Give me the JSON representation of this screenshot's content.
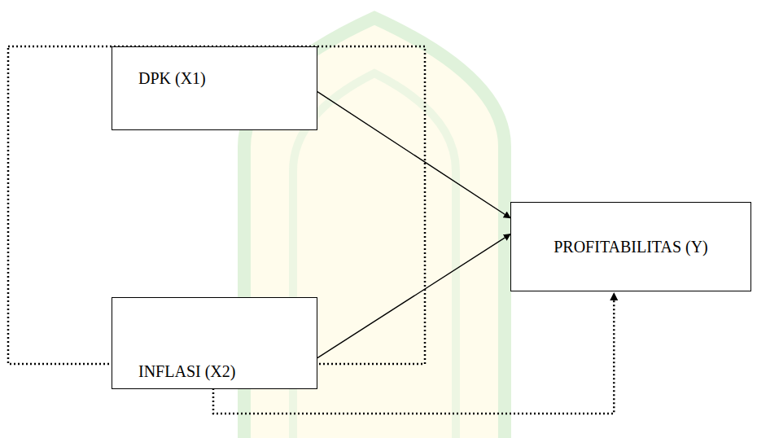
{
  "diagram": {
    "nodes": [
      {
        "text": [
          "DPK (X1)"
        ]
      },
      {
        "text": [
          "INFLASI (X2)"
        ]
      },
      {
        "text": [
          "PROFITABILITAS (Y)"
        ]
      }
    ],
    "edges": [
      {
        "from": 0,
        "to": 2,
        "arrow": "to"
      },
      {
        "from": 1,
        "to": 2,
        "arrow": "to"
      }
    ]
  }
}
